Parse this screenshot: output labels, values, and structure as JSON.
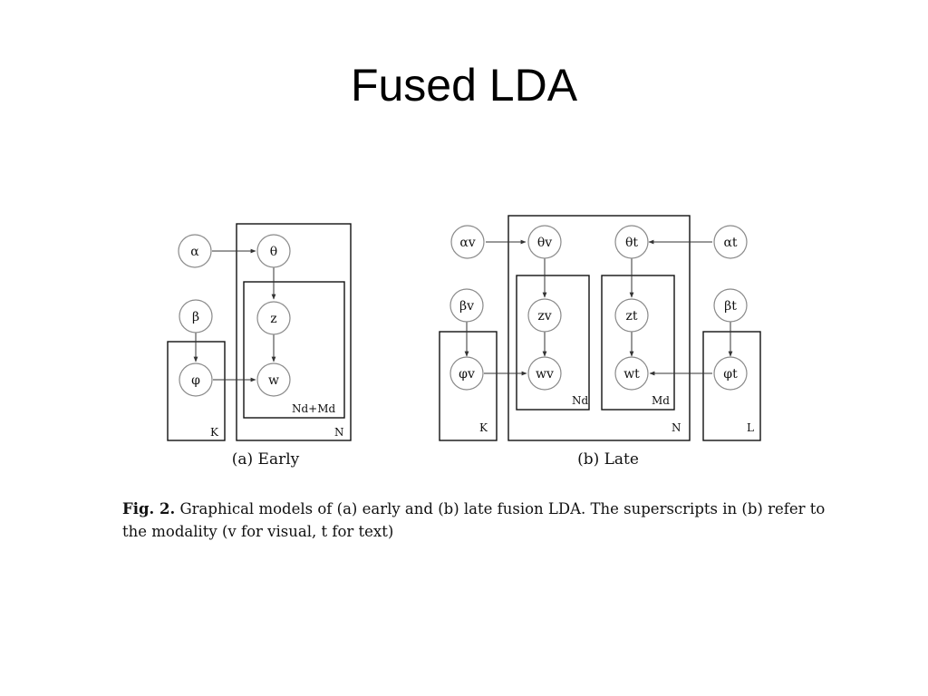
{
  "slide": {
    "title": "Fused LDA"
  },
  "figure": {
    "early": {
      "caption": "(a) Early",
      "nodes": {
        "alpha": "α",
        "theta": "θ",
        "beta": "β",
        "z": "z",
        "phi": "φ",
        "w": "w"
      },
      "plates": {
        "K": "K",
        "N": "N",
        "NdMd": "Nd+Md"
      }
    },
    "late": {
      "caption": "(b) Late",
      "nodes": {
        "alpha_v": "αv",
        "theta_v": "θv",
        "theta_t": "θt",
        "alpha_t": "αt",
        "beta_v": "βv",
        "z_v": "zv",
        "z_t": "zt",
        "beta_t": "βt",
        "phi_v": "φv",
        "w_v": "wv",
        "w_t": "wt",
        "phi_t": "φt"
      },
      "plates": {
        "K": "K",
        "N": "N",
        "Nd": "Nd",
        "Md": "Md",
        "L": "L"
      }
    },
    "caption": {
      "label": "Fig. 2.",
      "text": " Graphical models of (a) early and (b) late fusion LDA. The superscripts in (b) refer to the modality (v for visual, t for text)"
    }
  }
}
